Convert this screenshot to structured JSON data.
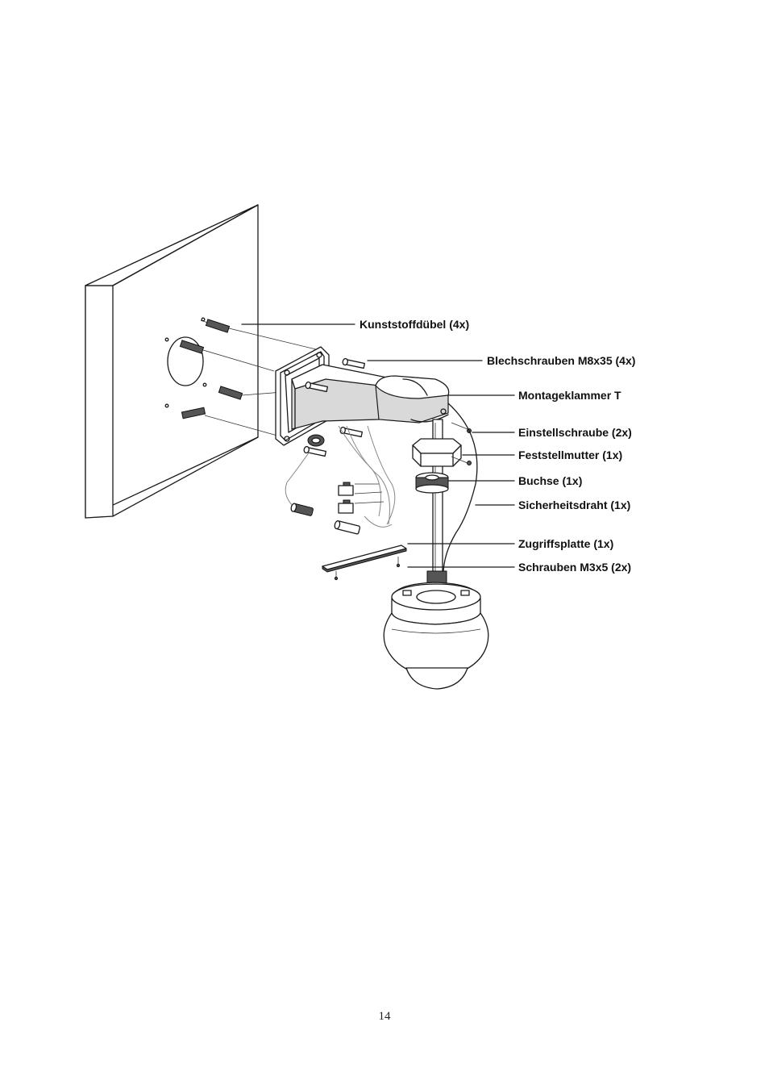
{
  "page_number": "14",
  "callouts": [
    {
      "label": "Kunststoffdübel (4x)"
    },
    {
      "label": "Blechschrauben M8x35 (4x)"
    },
    {
      "label": "Montageklammer T"
    },
    {
      "label": "Einstellschraube (2x)"
    },
    {
      "label": "Feststellmutter (1x)"
    },
    {
      "label": "Buchse (1x)"
    },
    {
      "label": "Sicherheitsdraht (1x)"
    },
    {
      "label": "Zugriffsplatte (1x)"
    },
    {
      "label": "Schrauben M3x5 (2x)"
    }
  ]
}
